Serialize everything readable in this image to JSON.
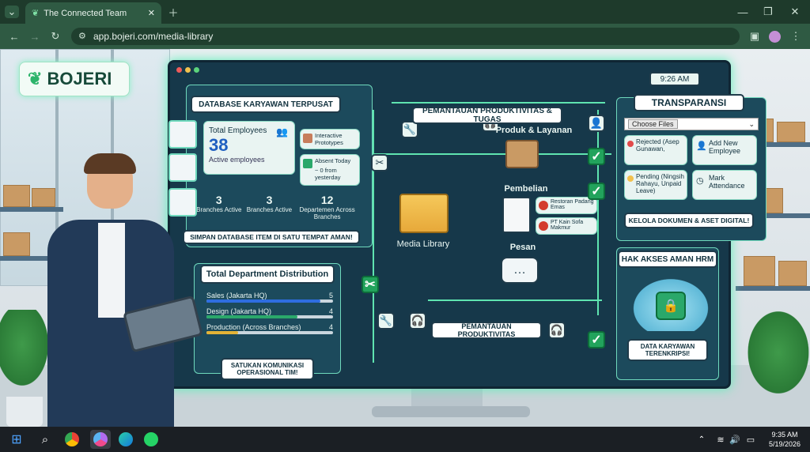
{
  "browser": {
    "tab_title": "The Connected Team",
    "url": "app.bojeri.com/media-library"
  },
  "logo": {
    "text": "BOJERI"
  },
  "clock": {
    "time": "9:26 AM"
  },
  "database": {
    "title": "DATABASE KARYAWAN TERPUSAT",
    "total_label": "Total Employees",
    "total_value": "38",
    "active_label": "Active employees",
    "stats": [
      {
        "value": "3",
        "label": "Branches Active"
      },
      {
        "value": "3",
        "label": "Branches Active"
      },
      {
        "value": "12",
        "label": "Departemen Across Branches"
      }
    ],
    "interactive": "Interactive Prototypes",
    "absent_title": "Absent Today",
    "absent_sub": "~ 0 from yesterday",
    "footer": "SIMPAN DATABASE ITEM DI SATU TEMPAT AMAN!"
  },
  "department": {
    "title": "Total Department Distribution",
    "rows": [
      {
        "label": "Sales (Jakarta HQ)",
        "value": "5",
        "fill": 0.9,
        "color": "#2e6de0"
      },
      {
        "label": "Design (Jakarta HQ)",
        "value": "4",
        "fill": 0.72,
        "color": "#2aa86a"
      },
      {
        "label": "Production (Across Branches)",
        "value": "4",
        "fill": 0.25,
        "color": "#e3b336"
      }
    ],
    "footer": "SATUKAN KOMUNIKASI OPERASIONAL TIM!"
  },
  "center": {
    "productivity_title": "PEMANTAUAN PRODUKTIVITAS & TUGAS",
    "produk": "Produk & Layanan",
    "pembelian": "Pembelian",
    "media_library": "Media Library",
    "pesan": "Pesan",
    "vendor_1": "Restoran Padang Emas",
    "vendor_2": "PT Kain Sofa Makmur",
    "productivity_bottom": "PEMANTAUAN PRODUKTIVITAS"
  },
  "transparency": {
    "title": "TRANSPARANSI",
    "choose_files": "Choose Files",
    "rejected": "Rejected (Asep Gunawan,",
    "pending": "Pending (Ningsih Rahayu, Unpaid Leave)",
    "add_employee": "Add New Employee",
    "mark_attendance": "Mark Attendance",
    "footer": "KELOLA DOKUMEN & ASET DIGITAL!"
  },
  "security": {
    "title": "HAK AKSES AMAN HRM",
    "footer": "DATA KARYAWAN TERENKRIPSI!"
  },
  "taskbar": {
    "time": "9:35 AM",
    "date": "5/19/2026"
  }
}
